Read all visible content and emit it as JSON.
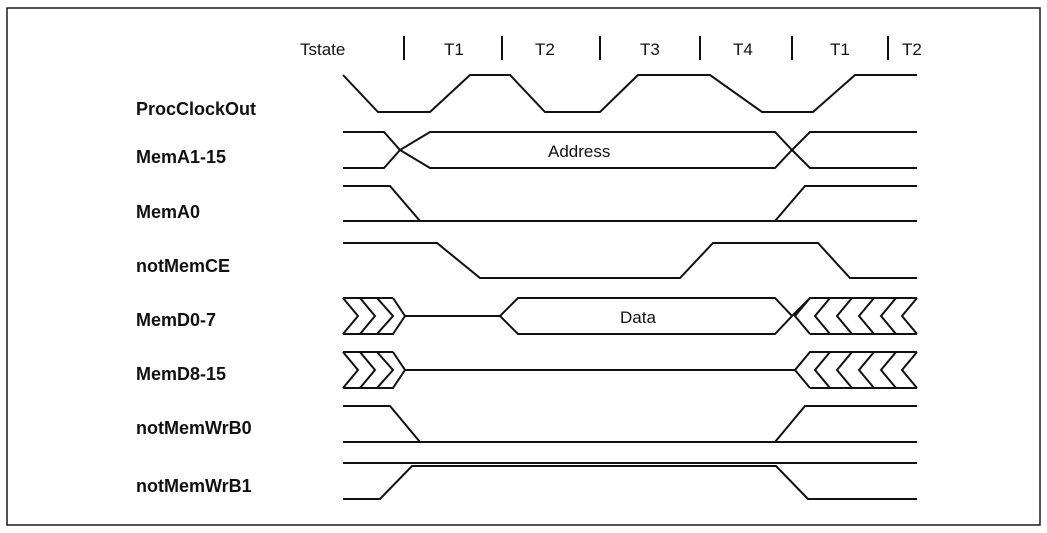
{
  "header": {
    "tstate_label": "Tstate",
    "states": [
      "T1",
      "T2",
      "T3",
      "T4",
      "T1",
      "T2"
    ]
  },
  "signals": [
    "ProcClockOut",
    "MemA1-15",
    "MemA0",
    "notMemCE",
    "MemD0-7",
    "MemD8-15",
    "notMemWrB0",
    "notMemWrB1"
  ],
  "bus_labels": {
    "address": "Address",
    "data": "Data"
  }
}
